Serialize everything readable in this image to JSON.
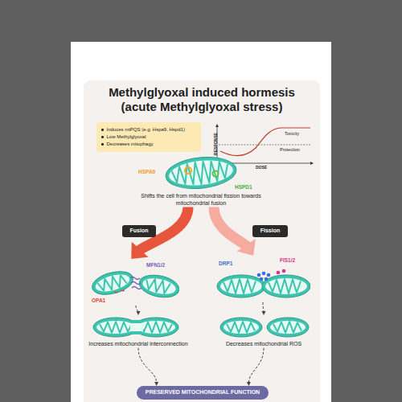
{
  "diagram": {
    "title": "Methylglyoxal induced hormesis (acute Methylglyoxal stress)",
    "nodes": [
      {
        "text": [
          "Induces mtPQS (e.g. Hspa9, Hspd1)",
          "Low Methylglyoxal",
          "Decreases mitophagy"
        ]
      },
      {
        "text": [
          "Shifts the cell from mitochondrial fission towards mitochondrial fusion"
        ]
      },
      {
        "text": [
          "Fusion"
        ]
      },
      {
        "text": [
          "Fission"
        ]
      },
      {
        "text": [
          "MFN1/2",
          "OPA1"
        ]
      },
      {
        "text": [
          "DRP1",
          "FIS1/2"
        ]
      },
      {
        "text": [
          "Increases mitochondrial interconnection"
        ]
      },
      {
        "text": [
          "Decreases mitochondrial ROS"
        ]
      },
      {
        "text": [
          "PRESERVED MITOCHONDRIAL FUNCTION"
        ]
      }
    ],
    "edges": [
      {
        "from": 1,
        "to": 4,
        "arrow": "to"
      },
      {
        "from": 1,
        "to": 5,
        "arrow": "to"
      },
      {
        "from": 4,
        "to": 6,
        "arrow": "to"
      },
      {
        "from": 5,
        "to": 7,
        "arrow": "to"
      },
      {
        "from": 6,
        "to": 8,
        "arrow": "to"
      },
      {
        "from": 7,
        "to": 8,
        "arrow": "to"
      }
    ],
    "labels": [
      "RESPONSE",
      "DOSE",
      "Toxicity",
      "Protection",
      "HSPA9",
      "HSPD1"
    ]
  }
}
